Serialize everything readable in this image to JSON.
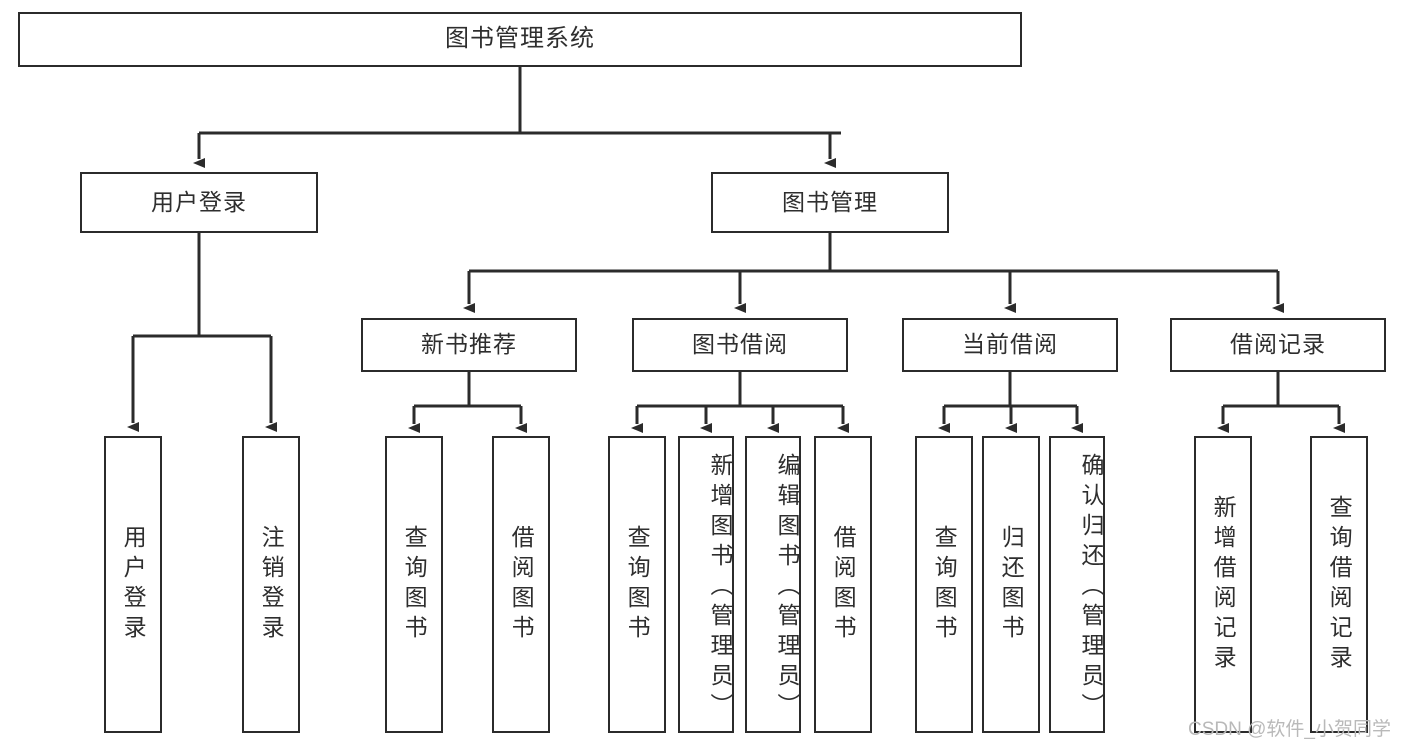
{
  "diagram": {
    "title": "图书管理系统",
    "type": "tree-hierarchy-chart",
    "root": {
      "label": "图书管理系统"
    },
    "level2": [
      {
        "id": "user-login",
        "label": "用户登录"
      },
      {
        "id": "book-management",
        "label": "图书管理"
      }
    ],
    "level3": [
      {
        "id": "new-book-recommend",
        "label": "新书推荐"
      },
      {
        "id": "book-borrow",
        "label": "图书借阅"
      },
      {
        "id": "current-borrow",
        "label": "当前借阅"
      },
      {
        "id": "borrow-record",
        "label": "借阅记录"
      }
    ],
    "leaves": {
      "user_login": [
        {
          "id": "leaf-user-login",
          "label": "用户登录"
        },
        {
          "id": "leaf-logout",
          "label": "注销登录"
        }
      ],
      "new_book_recommend": [
        {
          "id": "leaf-query-book-1",
          "label": "查询图书"
        },
        {
          "id": "leaf-borrow-book-1",
          "label": "借阅图书"
        }
      ],
      "book_borrow": [
        {
          "id": "leaf-query-book-2",
          "label": "查询图书"
        },
        {
          "id": "leaf-add-book",
          "label": "新增图书（管理员）"
        },
        {
          "id": "leaf-edit-book",
          "label": "编辑图书（管理员）"
        },
        {
          "id": "leaf-borrow-book-2",
          "label": "借阅图书"
        }
      ],
      "current_borrow": [
        {
          "id": "leaf-query-book-3",
          "label": "查询图书"
        },
        {
          "id": "leaf-return-book",
          "label": "归还图书"
        },
        {
          "id": "leaf-confirm-return",
          "label": "确认归还（管理员）"
        }
      ],
      "borrow_record": [
        {
          "id": "leaf-add-record",
          "label": "新增借阅记录"
        },
        {
          "id": "leaf-query-record",
          "label": "查询借阅记录"
        }
      ]
    },
    "watermark": "CSDN @软件_小贺同学",
    "colors": {
      "border": "#2b2b2b",
      "text": "#2e2e2e",
      "background": "#ffffff",
      "edge": "#2b2b2b",
      "watermark": "#b9b9b9"
    }
  }
}
